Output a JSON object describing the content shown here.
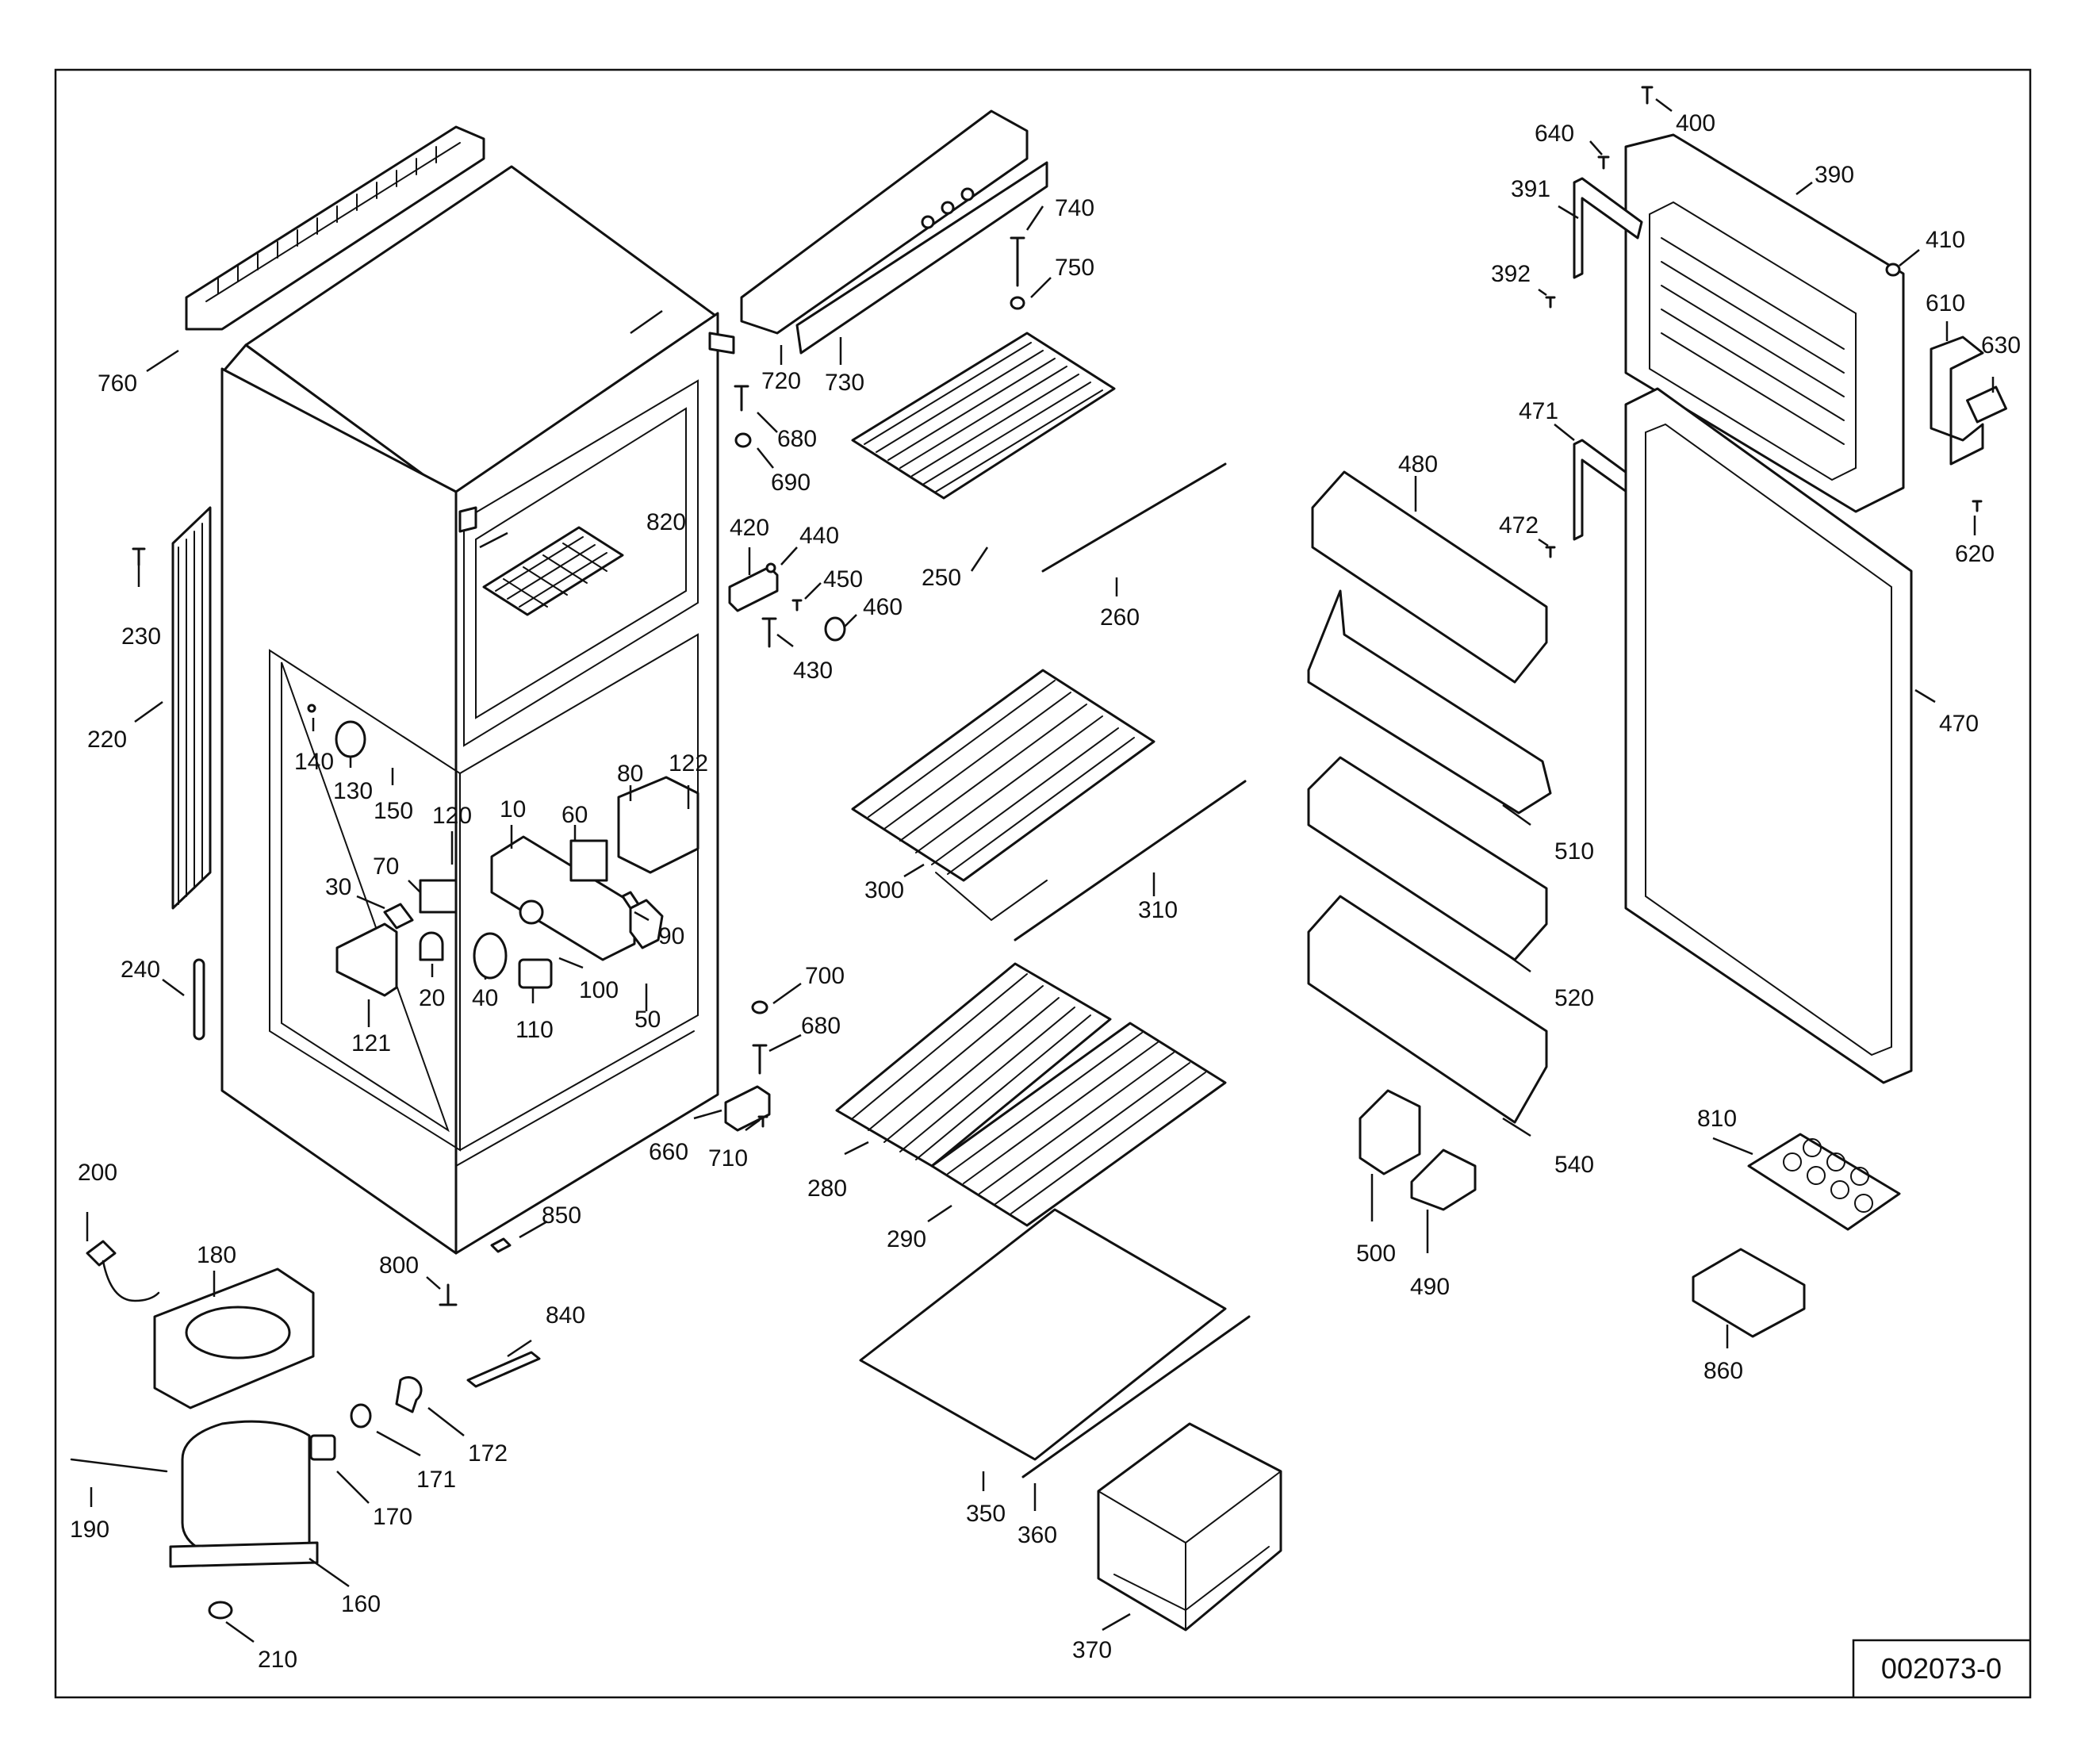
{
  "diagram_code": "002073-0",
  "callouts": {
    "c10": "10",
    "c20": "20",
    "c30": "30",
    "c40": "40",
    "c50": "50",
    "c60": "60",
    "c70": "70",
    "c80": "80",
    "c90": "90",
    "c100": "100",
    "c110": "110",
    "c120": "120",
    "c121": "121",
    "c122": "122",
    "c130": "130",
    "c140": "140",
    "c150": "150",
    "c160": "160",
    "c170": "170",
    "c171": "171",
    "c172": "172",
    "c180": "180",
    "c190": "190",
    "c200": "200",
    "c210": "210",
    "c220": "220",
    "c230": "230",
    "c240": "240",
    "c250": "250",
    "c260": "260",
    "c280": "280",
    "c290": "290",
    "c300": "300",
    "c310": "310",
    "c350": "350",
    "c360": "360",
    "c370": "370",
    "c390": "390",
    "c391": "391",
    "c392": "392",
    "c400": "400",
    "c410": "410",
    "c420": "420",
    "c430": "430",
    "c440": "440",
    "c450": "450",
    "c460": "460",
    "c470": "470",
    "c471": "471",
    "c472": "472",
    "c480": "480",
    "c490": "490",
    "c500": "500",
    "c510": "510",
    "c520": "520",
    "c540": "540",
    "c610": "610",
    "c620": "620",
    "c630": "630",
    "c640": "640",
    "c660": "660",
    "c680a": "680",
    "c680b": "680",
    "c690": "690",
    "c700": "700",
    "c710": "710",
    "c720": "720",
    "c730": "730",
    "c740": "740",
    "c750": "750",
    "c760": "760",
    "c800": "800",
    "c810": "810",
    "c820": "820",
    "c840": "840",
    "c850": "850",
    "c860": "860"
  }
}
